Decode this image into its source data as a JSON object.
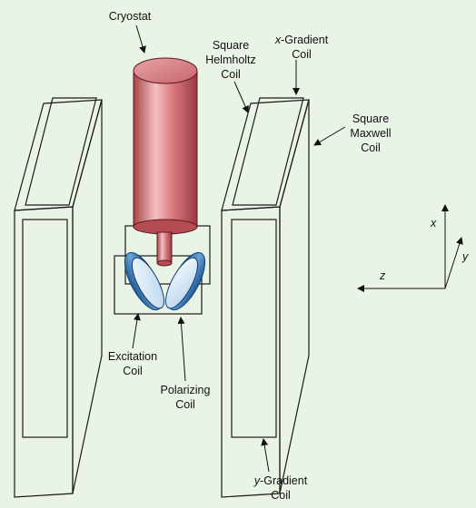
{
  "labels": {
    "cryostat": "Cryostat",
    "helmholtz": [
      "Square",
      "Helmholtz",
      "Coil"
    ],
    "x_gradient": {
      "var": "x",
      "rest": "-Gradient",
      "line2": "Coil"
    },
    "maxwell": [
      "Square",
      "Maxwell",
      "Coil"
    ],
    "excitation": [
      "Excitation",
      "Coil"
    ],
    "polarizing": [
      "Polarizing",
      "Coil"
    ],
    "y_gradient": {
      "var": "y",
      "rest": "-Gradient",
      "line2": "Coil"
    }
  },
  "axes": {
    "x": "x",
    "y": "y",
    "z": "z"
  },
  "colors": {
    "background": "#e9f4e7",
    "cryostat": "#c25e63",
    "coil": "#2f6eae",
    "coil_light": "#d6e8f6",
    "line": "#1a1a1a"
  }
}
